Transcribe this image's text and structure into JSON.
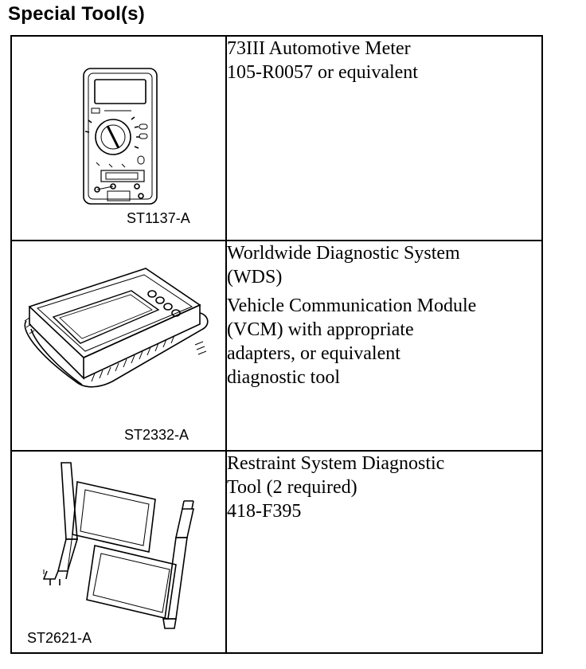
{
  "page": {
    "title": "Special Tool(s)"
  },
  "tools": [
    {
      "figure_label": "ST1137-A",
      "icon": "multimeter-icon",
      "description": [
        "73III Automotive Meter\n105-R0057 or equivalent"
      ]
    },
    {
      "figure_label": "ST2332-A",
      "icon": "diagnostic-system-icon",
      "description": [
        "Worldwide Diagnostic System\n(WDS)",
        "Vehicle Communication Module\n(VCM) with appropriate\nadapters, or equivalent\ndiagnostic tool"
      ]
    },
    {
      "figure_label": "ST2621-A",
      "icon": "restraint-tool-icon",
      "description": [
        "Restraint System Diagnostic\nTool (2 required)\n418-F395"
      ]
    }
  ]
}
